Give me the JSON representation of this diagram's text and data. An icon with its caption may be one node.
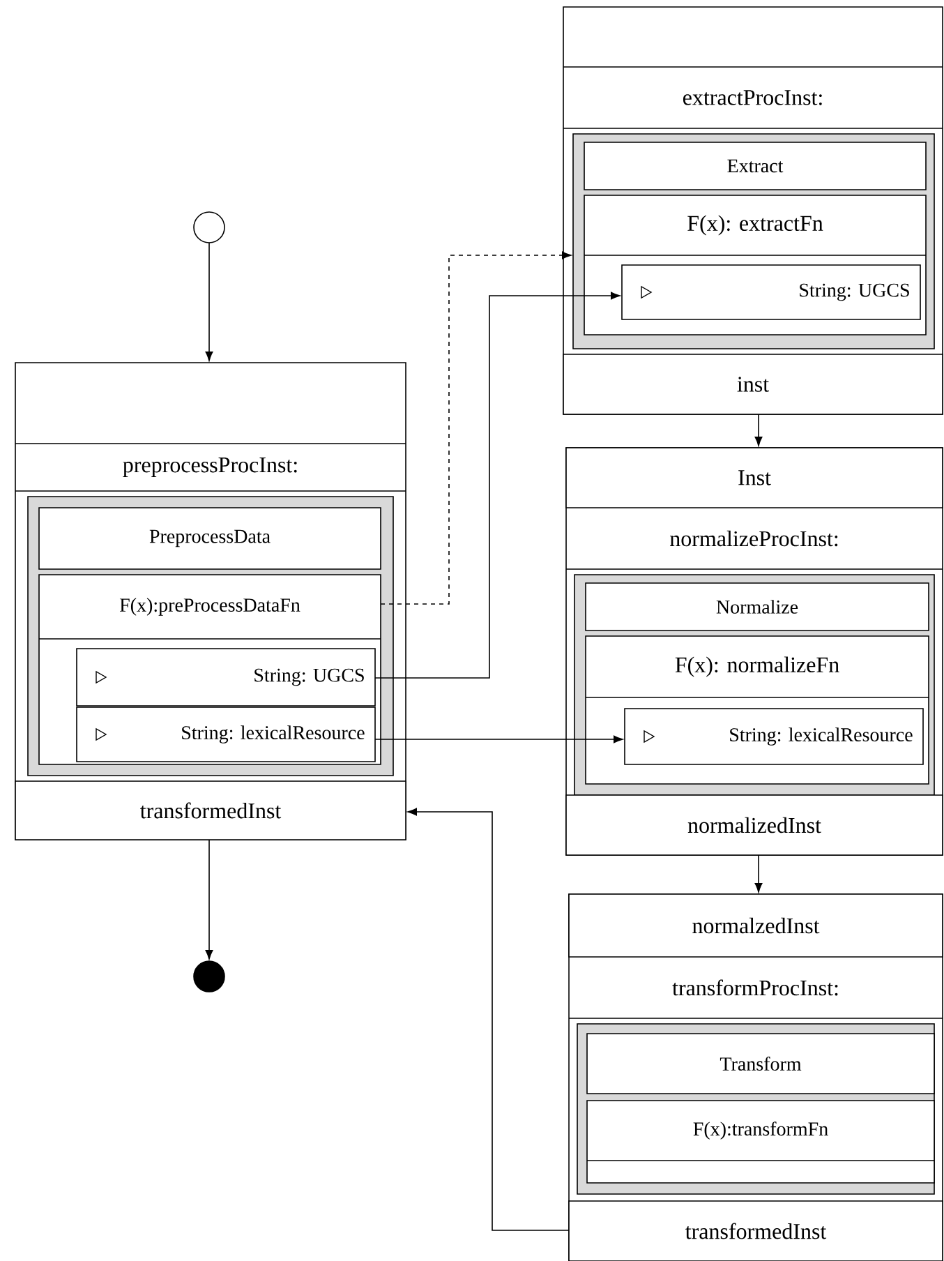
{
  "diagram": {
    "nodes": [
      {
        "text": [],
        "shape": "circle"
      },
      {
        "text": [
          "preprocessProcInst:"
        ]
      },
      {
        "text": [],
        "shape": "box",
        "in": 1
      },
      {
        "text": [
          "PreprocessData"
        ],
        "in": 2
      },
      {
        "text": [
          "F(x):preProcessDataFn"
        ],
        "in": 2
      },
      {
        "text": [
          "String: UGCS"
        ],
        "in": 4
      },
      {
        "text": [
          "String: lexicalResource"
        ],
        "in": 4
      },
      {
        "text": [
          "transformedInst"
        ],
        "in": 1
      },
      {
        "text": [
          "extractProcInst:"
        ]
      },
      {
        "text": [],
        "shape": "box",
        "in": 8
      },
      {
        "text": [
          "Extract"
        ],
        "in": 9
      },
      {
        "text": [
          "F(x): extractFn"
        ],
        "in": 9
      },
      {
        "text": [
          "String: UGCS"
        ],
        "in": 11
      },
      {
        "text": [
          "inst"
        ],
        "in": 8
      },
      {
        "text": [
          "normalizeProcInst:"
        ]
      },
      {
        "text": [
          "Inst"
        ],
        "in": 14
      },
      {
        "text": [],
        "shape": "box",
        "in": 14
      },
      {
        "text": [
          "Normalize"
        ],
        "in": 16
      },
      {
        "text": [
          "F(x): normalizeFn"
        ],
        "in": 16
      },
      {
        "text": [
          "String: lexicalResource"
        ],
        "in": 18
      },
      {
        "text": [
          "normalizedInst"
        ],
        "in": 14
      },
      {
        "text": [
          "transformProcInst:"
        ]
      },
      {
        "text": [
          "normalzedInst"
        ],
        "in": 21
      },
      {
        "text": [],
        "shape": "box",
        "in": 21
      },
      {
        "text": [
          "Transform"
        ],
        "in": 23
      },
      {
        "text": [
          "F(x):transformFn"
        ],
        "in": 23
      },
      {
        "text": [
          "transformedInst"
        ],
        "in": 21
      },
      {
        "text": [],
        "shape": "circle"
      }
    ],
    "edges": [
      {
        "from": 0,
        "to": 1,
        "arrow": "to"
      },
      {
        "from": 7,
        "to": 27,
        "arrow": "to"
      },
      {
        "from": 4,
        "to": 9,
        "arrow": "to",
        "style": "dashed"
      },
      {
        "from": 5,
        "to": 12,
        "arrow": "to"
      },
      {
        "from": 6,
        "to": 19,
        "arrow": "to"
      },
      {
        "from": 13,
        "to": 15,
        "arrow": "to"
      },
      {
        "from": 20,
        "to": 22,
        "arrow": "to"
      },
      {
        "from": 26,
        "to": 7,
        "arrow": "to"
      }
    ]
  }
}
